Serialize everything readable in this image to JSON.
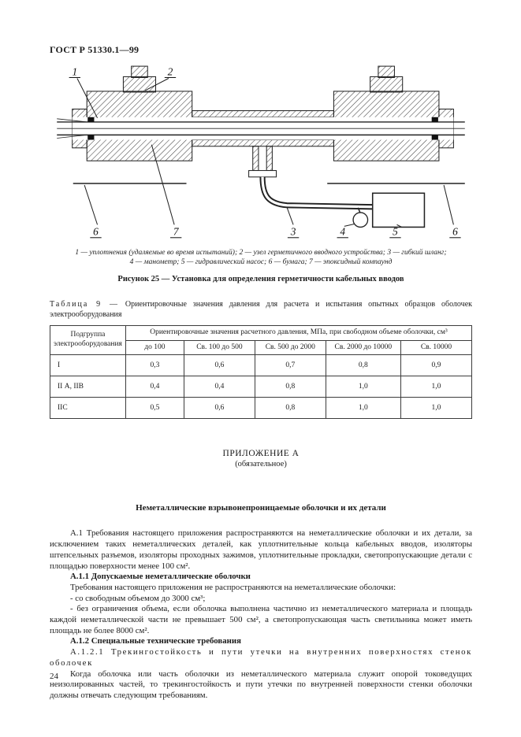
{
  "page": {
    "header": "ГОСТ Р 51330.1—99",
    "page_number": "24"
  },
  "figure": {
    "callouts": [
      "1",
      "2",
      "3",
      "4",
      "5",
      "6",
      "7"
    ],
    "legend_line1": "1 — уплотнения (удаляемые во время испытаний); 2 — узел герметичного вводного устройства; 3 — гибкий шланг;",
    "legend_line2": "4 — манометр; 5 — гидравлический насос; 6 — бумага; 7 — эпоксидный компаунд",
    "caption": "Рисунок 25 — Установка для определения герметичности кабельных вводов"
  },
  "table9": {
    "title_label": "Таблица 9 —",
    "title_text": "Ориентировочные значения давления для расчета и испытания опытных образцов оболочек электрооборудования",
    "col1_header": "Подгруппа электрооборудования",
    "span_header": "Ориентировочные значения расчетного давления, МПа, при свободном объеме оболочки, см³",
    "sub_headers": [
      "до 100",
      "Св. 100 до 500",
      "Св. 500 до 2000",
      "Св. 2000 до 10000",
      "Св. 10000"
    ],
    "rows": [
      {
        "label": "I",
        "values": [
          "0,3",
          "0,6",
          "0,7",
          "0,8",
          "0,9"
        ]
      },
      {
        "label": "II А, IIВ",
        "values": [
          "0,4",
          "0,4",
          "0,8",
          "1,0",
          "1,0"
        ]
      },
      {
        "label": "IIС",
        "values": [
          "0,5",
          "0,6",
          "0,8",
          "1,0",
          "1,0"
        ]
      }
    ]
  },
  "appendix": {
    "title": "ПРИЛОЖЕНИЕ А",
    "subtitle": "(обязательное)",
    "section_title": "Неметаллические взрывонепроницаемые оболочки и их детали",
    "para_a1": "А.1 Требования настоящего приложения распространяются на неметаллические оболочки и их детали, за исключением таких неметаллических деталей, как уплотнительные кольца кабельных вводов, изоляторы штепсельных разъемов, изоляторы проходных зажимов, уплотнительные прокладки, светопропускающие детали с площадью поверхности менее 100 см².",
    "heading_a11": "А.1.1 Допускаемые неметаллические оболочки",
    "para_a11_intro": "Требования настоящего приложения не распространяются на неметаллические оболочки:",
    "bullet1": "- со свободным объемом до 3000 см³;",
    "bullet2": "- без ограничения объема, если оболочка выполнена частично из неметаллического материала и площадь каждой неметаллической части не превышает 500 см², а светопропускающая часть светильника может иметь площадь не более 8000 см².",
    "heading_a12": "А.1.2 Специальные технические требования",
    "heading_a121": "А.1.2.1 Трекингостойкость и пути утечки на внутренних поверхностях стенок оболочек",
    "para_a121": "Когда оболочка или часть оболочки из неметаллического материала служит опорой токоведущих неизолированных частей, то трекингостойкость и пути утечки по внутренней поверхности стенки оболочки должны отвечать следующим требованиям."
  }
}
